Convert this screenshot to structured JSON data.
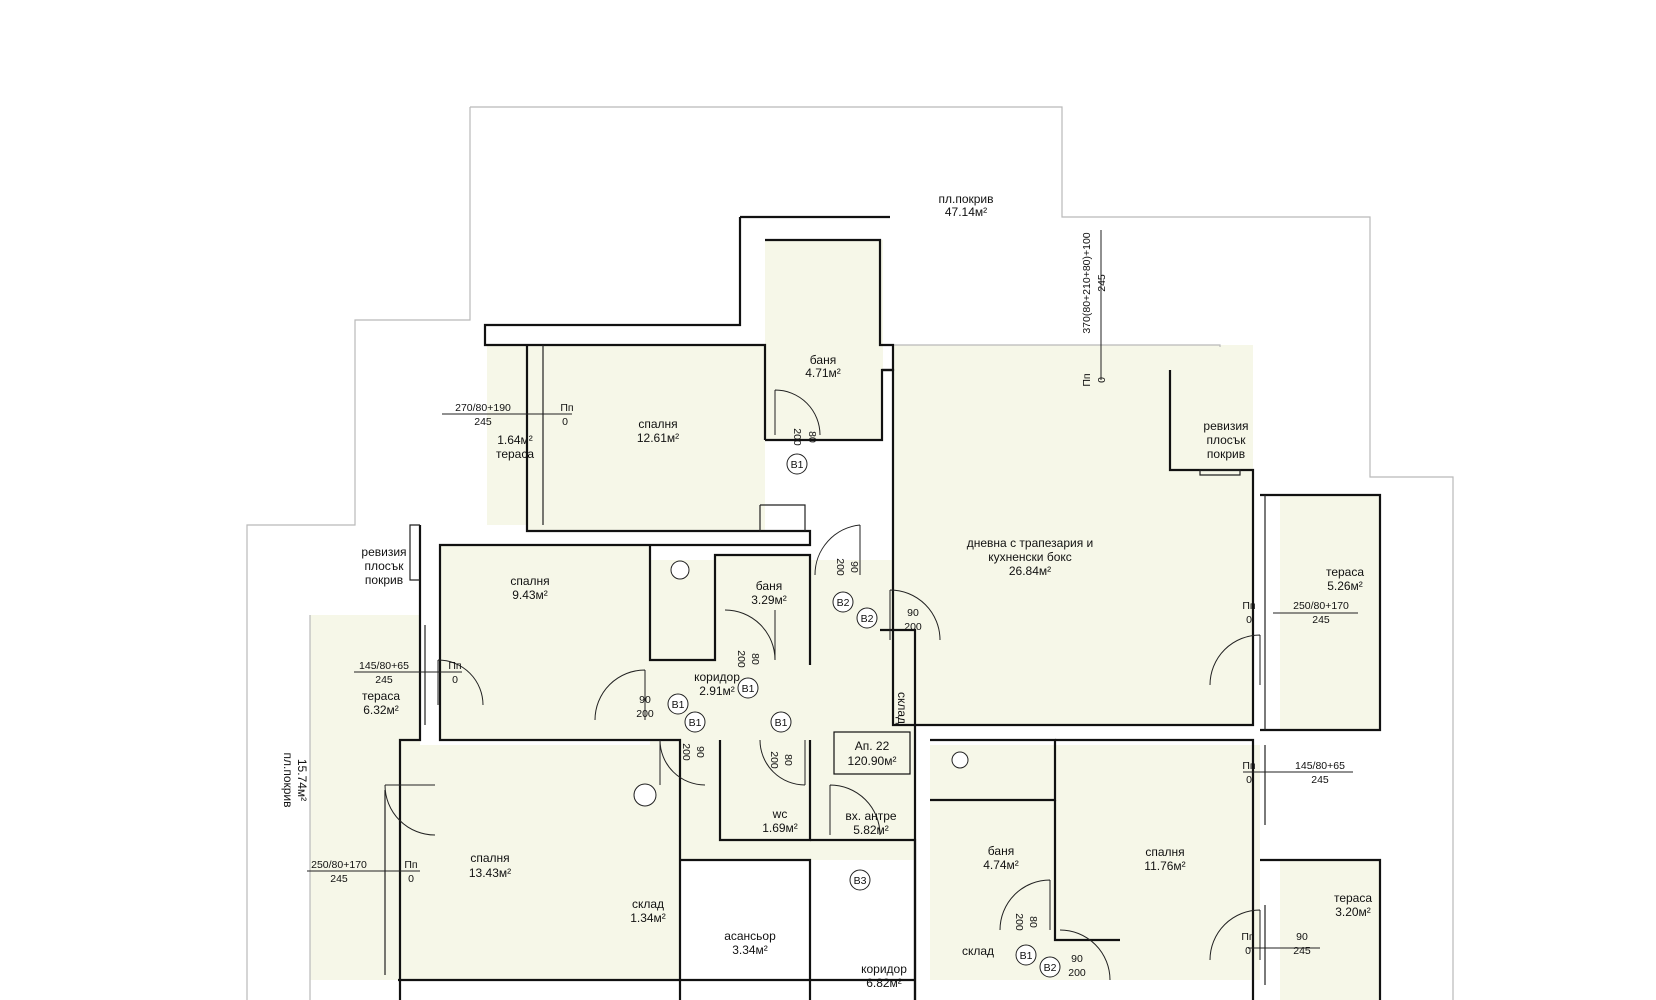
{
  "roof": {
    "label": "пл.покрив",
    "area": "47.14м²"
  },
  "roof_left": {
    "label": "пл.покрив",
    "area": "15.74м²"
  },
  "revision_top": {
    "l1": "ревизия",
    "l2": "плосък",
    "l3": "покрив"
  },
  "revision_left": {
    "l1": "ревизия",
    "l2": "плосък",
    "l3": "покрив"
  },
  "top_dim": {
    "a": "370(80+210+80)+100",
    "b": "245",
    "c": "Пп",
    "d": "0"
  },
  "rooms": {
    "bath1": {
      "label": "баня",
      "area": "4.71м²"
    },
    "bed1": {
      "label": "спалня",
      "area": "12.61м²"
    },
    "terrace1": {
      "area": "1.64м²",
      "label": "тераса"
    },
    "living": {
      "l1": "дневна с трапезария и",
      "l2": "кухненски бокс",
      "area": "26.84м²"
    },
    "terrace2": {
      "label": "тераса",
      "area": "5.26м²"
    },
    "bed2": {
      "label": "спалня",
      "area": "9.43м²"
    },
    "bath2": {
      "label": "баня",
      "area": "3.29м²"
    },
    "corridor1": {
      "label": "коридор",
      "area": "2.91м²"
    },
    "storage_v": {
      "label": "склад"
    },
    "terrace3": {
      "label": "тераса",
      "area": "6.32м²"
    },
    "apt": {
      "l1": "Ап. 22",
      "l2": "120.90м²"
    },
    "wc": {
      "label": "wc",
      "area": "1.69м²"
    },
    "entry": {
      "label": "вх. антре",
      "area": "5.82м²"
    },
    "bed3": {
      "label": "спалня",
      "area": "13.43м²"
    },
    "storage1": {
      "label": "склад",
      "area": "1.34м²"
    },
    "elevator": {
      "label": "асансьор",
      "area": "3.34м²"
    },
    "corridor2": {
      "label": "коридор",
      "area": "6.82м²"
    },
    "bath3": {
      "label": "баня",
      "area": "4.74м²"
    },
    "storage2": {
      "label": "склад"
    },
    "bed4": {
      "label": "спалня",
      "area": "11.76м²"
    },
    "terrace4": {
      "label": "тераса",
      "area": "3.20м²"
    }
  },
  "windows": {
    "w1": {
      "a": "270/80+190",
      "b": "245",
      "c": "Пп",
      "d": "0"
    },
    "w2": {
      "a": "250/80+170",
      "b": "245",
      "c": "Пп",
      "d": "0"
    },
    "w3": {
      "a": "145/80+65",
      "b": "245",
      "c": "Пп",
      "d": "0"
    },
    "w4": {
      "a": "145/80+65",
      "b": "245",
      "c": "Пп",
      "d": "0"
    },
    "w5": {
      "a": "250/80+170",
      "b": "245",
      "c": "Пп",
      "d": "0"
    },
    "w6": {
      "a": "90",
      "b": "245",
      "c": "Пп",
      "d": "0"
    }
  },
  "doors": {
    "d80": "80",
    "d90": "90",
    "d200": "200",
    "b1": "В1",
    "b2": "В2",
    "b3": "В3"
  }
}
